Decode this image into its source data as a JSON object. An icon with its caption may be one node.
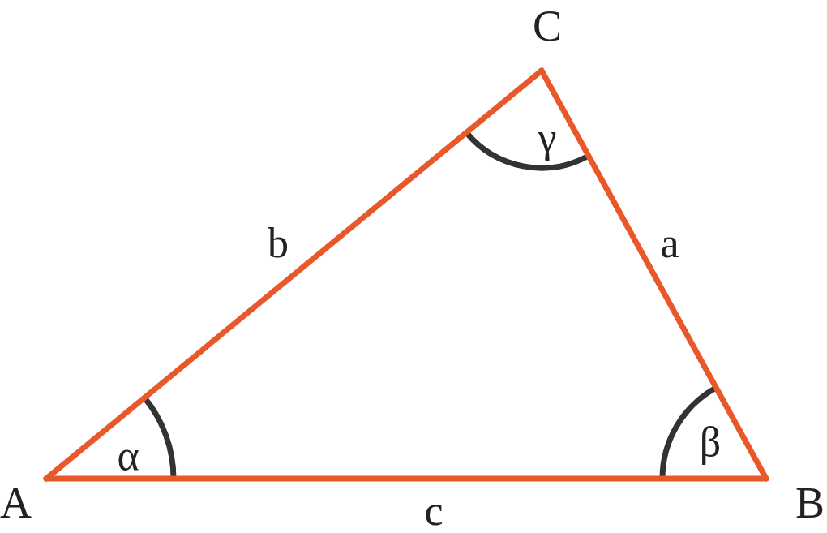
{
  "diagram": {
    "nodes": [
      {
        "text": [
          "A"
        ]
      },
      {
        "text": [
          "B"
        ]
      },
      {
        "text": [
          "C"
        ]
      }
    ],
    "edges": [
      {
        "from": 0,
        "to": 2,
        "arrow": "none",
        "label": "b"
      },
      {
        "from": 2,
        "to": 1,
        "arrow": "none",
        "label": "a"
      },
      {
        "from": 0,
        "to": 1,
        "arrow": "none",
        "label": "c"
      }
    ],
    "labels": [
      "γ",
      "α",
      "β"
    ]
  }
}
